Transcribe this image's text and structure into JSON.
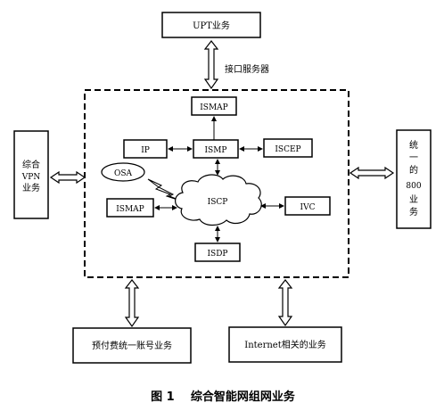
{
  "nodes": {
    "upt": "UPT业务",
    "interface_server": "接口服务器",
    "ismap_top": "ISMAP",
    "ip": "IP",
    "ismp": "ISMP",
    "iscep": "ISCEP",
    "osa": "OSA",
    "ismap_left": "ISMAP",
    "iscp": "ISCP",
    "ivc": "IVC",
    "isdp": "ISDP",
    "vpn_line1": "综合",
    "vpn_line2": "VPN",
    "vpn_line3": "业务",
    "u800_line1": "统",
    "u800_line2": "一",
    "u800_line3": "的",
    "u800_line4": "800",
    "u800_line5": "业",
    "u800_line6": "务",
    "prepaid": "预付费统一账号业务",
    "internet": "Internet相关的业务"
  },
  "caption": "图 1    综合智能网组网业务"
}
